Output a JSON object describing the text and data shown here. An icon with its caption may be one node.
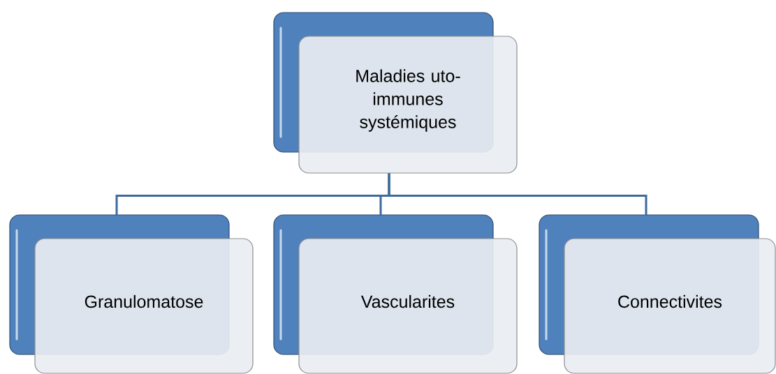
{
  "diagram": {
    "nodes": [
      {
        "text": [
          "Maladies uto-immunes systémiques"
        ]
      },
      {
        "text": [
          "Granulomatose"
        ]
      },
      {
        "text": [
          "Vascularites"
        ]
      },
      {
        "text": [
          "Connectivites"
        ]
      }
    ],
    "edges": [
      {
        "from": 0,
        "to": 1,
        "arrow": "none"
      },
      {
        "from": 0,
        "to": 2,
        "arrow": "none"
      },
      {
        "from": 0,
        "to": 3,
        "arrow": "none"
      }
    ]
  }
}
